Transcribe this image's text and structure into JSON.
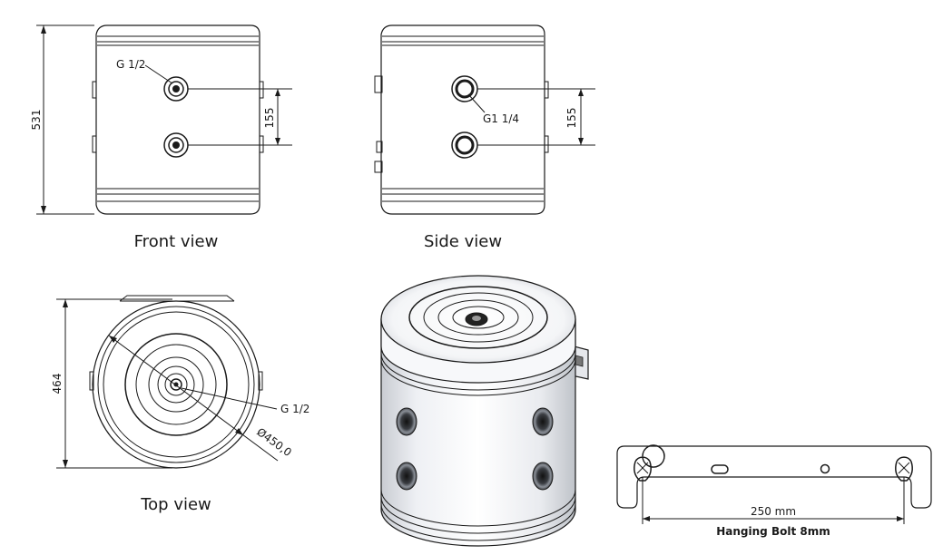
{
  "front_view": {
    "caption": "Front view",
    "height_label": "531",
    "spacing_label": "155",
    "port_label": "G 1/2"
  },
  "side_view": {
    "caption": "Side view",
    "spacing_label": "155",
    "port_label": "G1 1/4"
  },
  "top_view": {
    "caption": "Top view",
    "depth_label": "464",
    "port_label": "G 1/2",
    "diameter_label": "Ø450,0"
  },
  "bracket": {
    "width_label": "250 mm",
    "title": "Hanging Bolt 8mm"
  }
}
